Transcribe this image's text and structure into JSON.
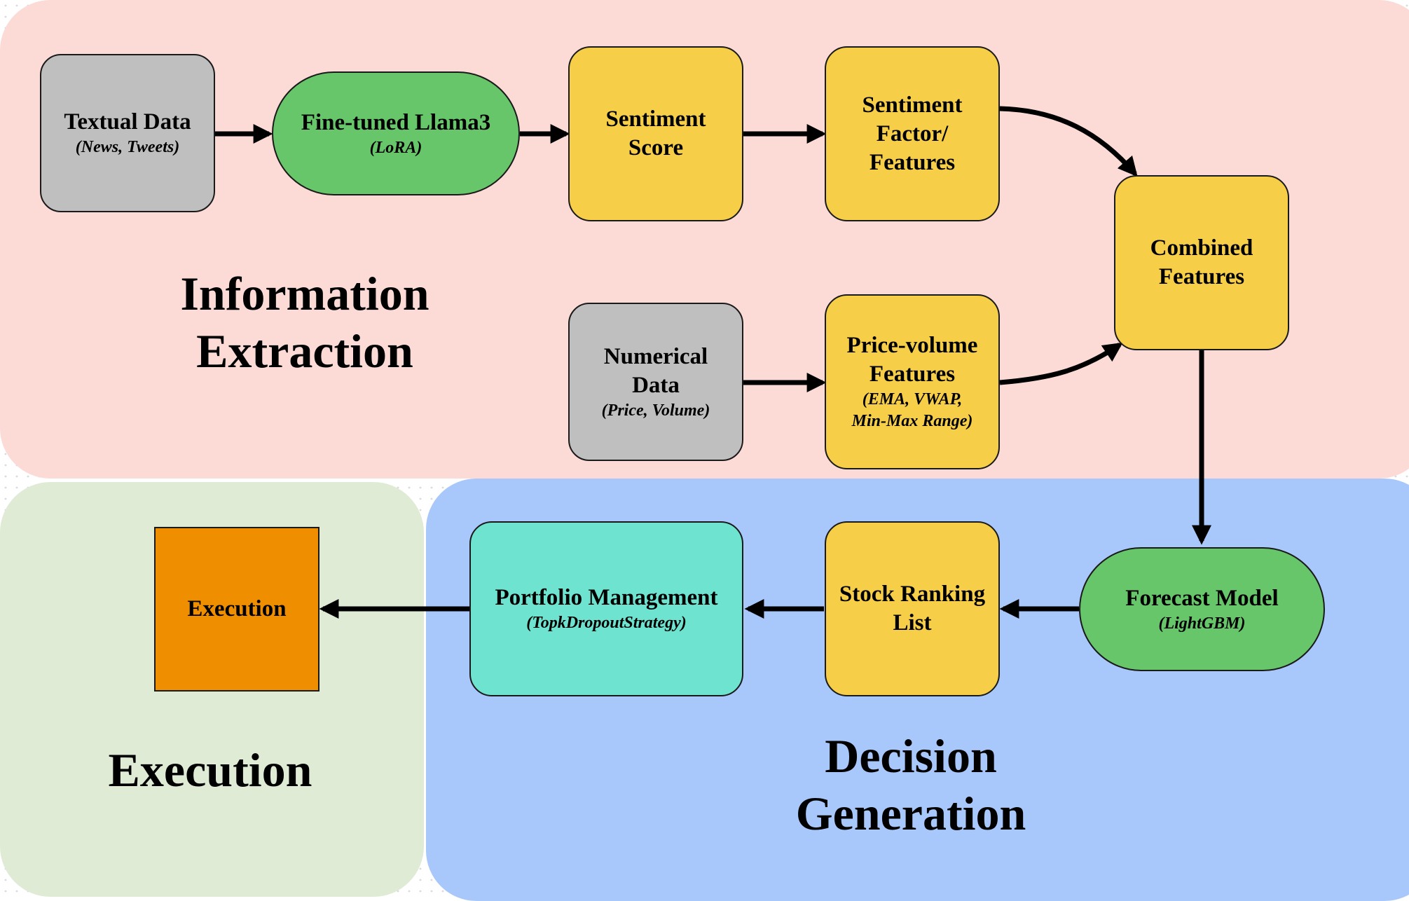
{
  "regions": {
    "information_extraction": "Information\nExtraction",
    "execution": "Execution",
    "decision_generation": "Decision\nGeneration"
  },
  "nodes": {
    "textual_data": {
      "title": "Textual Data",
      "subtitle": "(News, Tweets)"
    },
    "llama3": {
      "title": "Fine-tuned Llama3",
      "subtitle": "(LoRA)"
    },
    "sentiment_score": {
      "title": "Sentiment\nScore"
    },
    "sentiment_factor": {
      "title": "Sentiment\nFactor/\nFeatures"
    },
    "combined_features": {
      "title": "Combined\nFeatures"
    },
    "numerical_data": {
      "title": "Numerical\nData",
      "subtitle": "(Price, Volume)"
    },
    "price_volume": {
      "title": "Price-volume\nFeatures",
      "subtitle": "(EMA, VWAP,\nMin-Max Range)"
    },
    "forecast_model": {
      "title": "Forecast Model",
      "subtitle": "(LightGBM)"
    },
    "stock_ranking": {
      "title": "Stock Ranking\nList"
    },
    "portfolio_management": {
      "title": "Portfolio Management",
      "subtitle": "(TopkDropoutStrategy)"
    },
    "execution_box": {
      "title": "Execution"
    }
  },
  "colors": {
    "information_extraction_bg": "#fcdad6",
    "execution_bg": "#e0ebd6",
    "decision_generation_bg": "#a8c7fa",
    "data_node": "#bfbfbf",
    "model_node": "#67c56a",
    "feature_node": "#f6ce48",
    "strategy_node": "#6ee4d0",
    "execution_node": "#ef8f00"
  }
}
